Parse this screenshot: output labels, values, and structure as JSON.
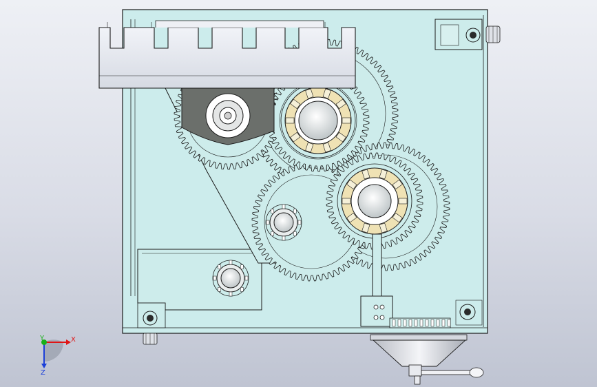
{
  "view": {
    "background_top": "#eef0f5",
    "background_bottom": "#bfc4d2",
    "housing_fill": "#ccecec",
    "line_color": "#1a1a1a",
    "dark_plate_fill": "#6b6f6b",
    "bearing_fill": "#efe2b4",
    "rack_fill": "#e4e7ee"
  },
  "triad": {
    "x_label": "X",
    "y_label": "Y",
    "z_label": "Z",
    "x_color": "#e01515",
    "y_color": "#18b018",
    "z_color": "#1b3fd8"
  }
}
